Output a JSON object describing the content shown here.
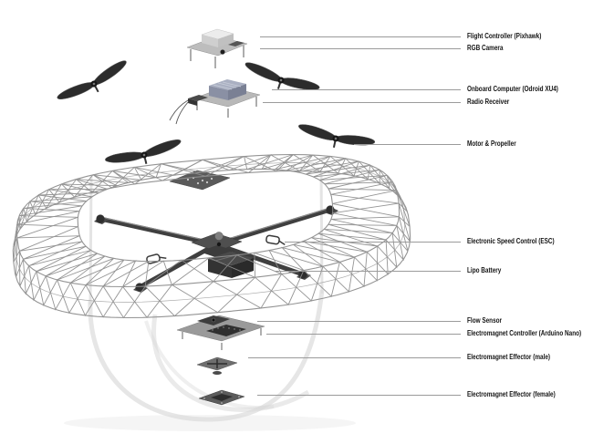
{
  "diagram": {
    "subject": "Quadcopter drone exploded-view parts diagram"
  },
  "labels": [
    {
      "text": "Flight Controller (Pixhawk)"
    },
    {
      "text": "RGB Camera"
    },
    {
      "text": "Onboard Computer (Odroid XU4)"
    },
    {
      "text": "Radio Receiver"
    },
    {
      "text": "Motor & Propeller"
    },
    {
      "text": "Electronic Speed Control (ESC)"
    },
    {
      "text": "Lipo Battery"
    },
    {
      "text": "Flow Sensor"
    },
    {
      "text": "Electromagnet Controller (Arduino Nano)"
    },
    {
      "text": "Electromagnet Effector (male)"
    },
    {
      "text": "Electromagnet Effector (female)"
    }
  ],
  "colors": {
    "background": "#ffffff",
    "leader_line": "#9b9b9b",
    "label_text": "#141414"
  }
}
